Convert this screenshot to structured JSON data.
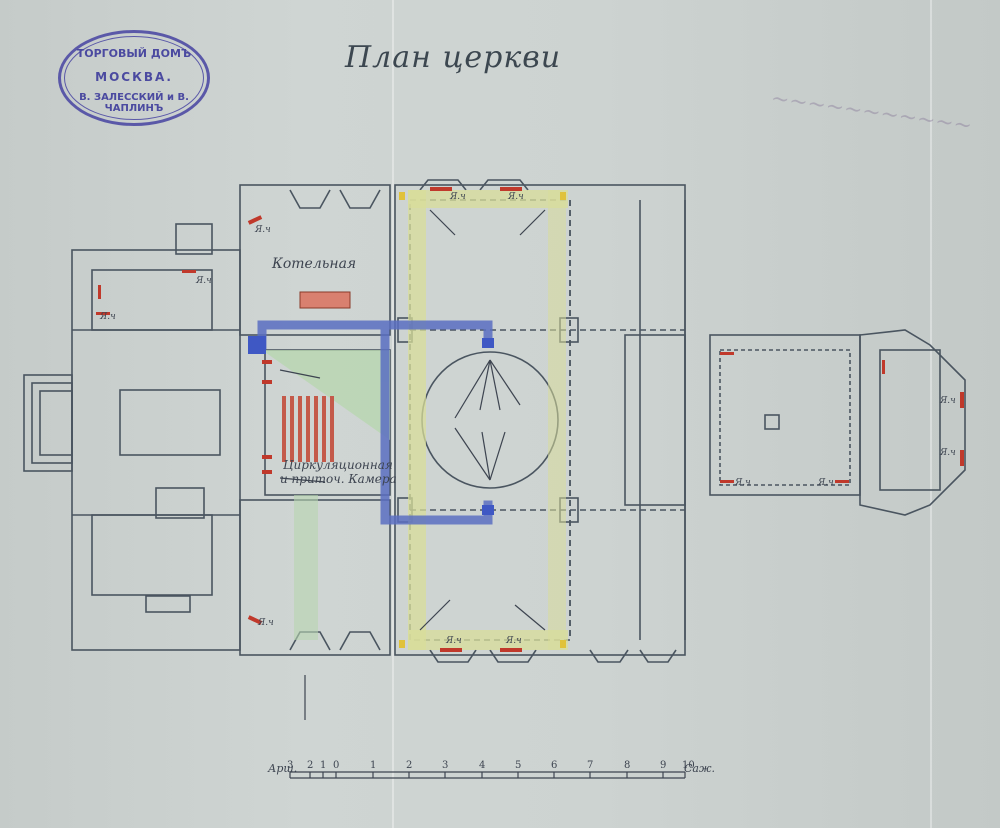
{
  "document": {
    "title": "План церкви",
    "stamp": {
      "line1": "ТОРГОВЫЙ ДОМЪ",
      "line2": "МОСКВА.",
      "line3": "В. ЗАЛЕССКИЙ и В. ЧАПЛИНЪ"
    },
    "rooms": {
      "boiler": "Котельная",
      "chamber_line1": "Циркуляционная",
      "chamber_line2": "и приточ. Камера"
    },
    "stove_mark": "Я.ч",
    "scale": {
      "left_label": "Арш.",
      "right_label": "Саж.",
      "ticks": [
        "3",
        "2",
        "1",
        "0",
        "1",
        "2",
        "3",
        "4",
        "5",
        "6",
        "7",
        "8",
        "9",
        "10"
      ]
    },
    "colors": {
      "ink": "#4a5560",
      "duct_blue": "#5a6fc2",
      "stove_red": "#c0392b",
      "yellow_wash": "#d8dd9a",
      "green_wash": "#b8d6b0"
    }
  }
}
